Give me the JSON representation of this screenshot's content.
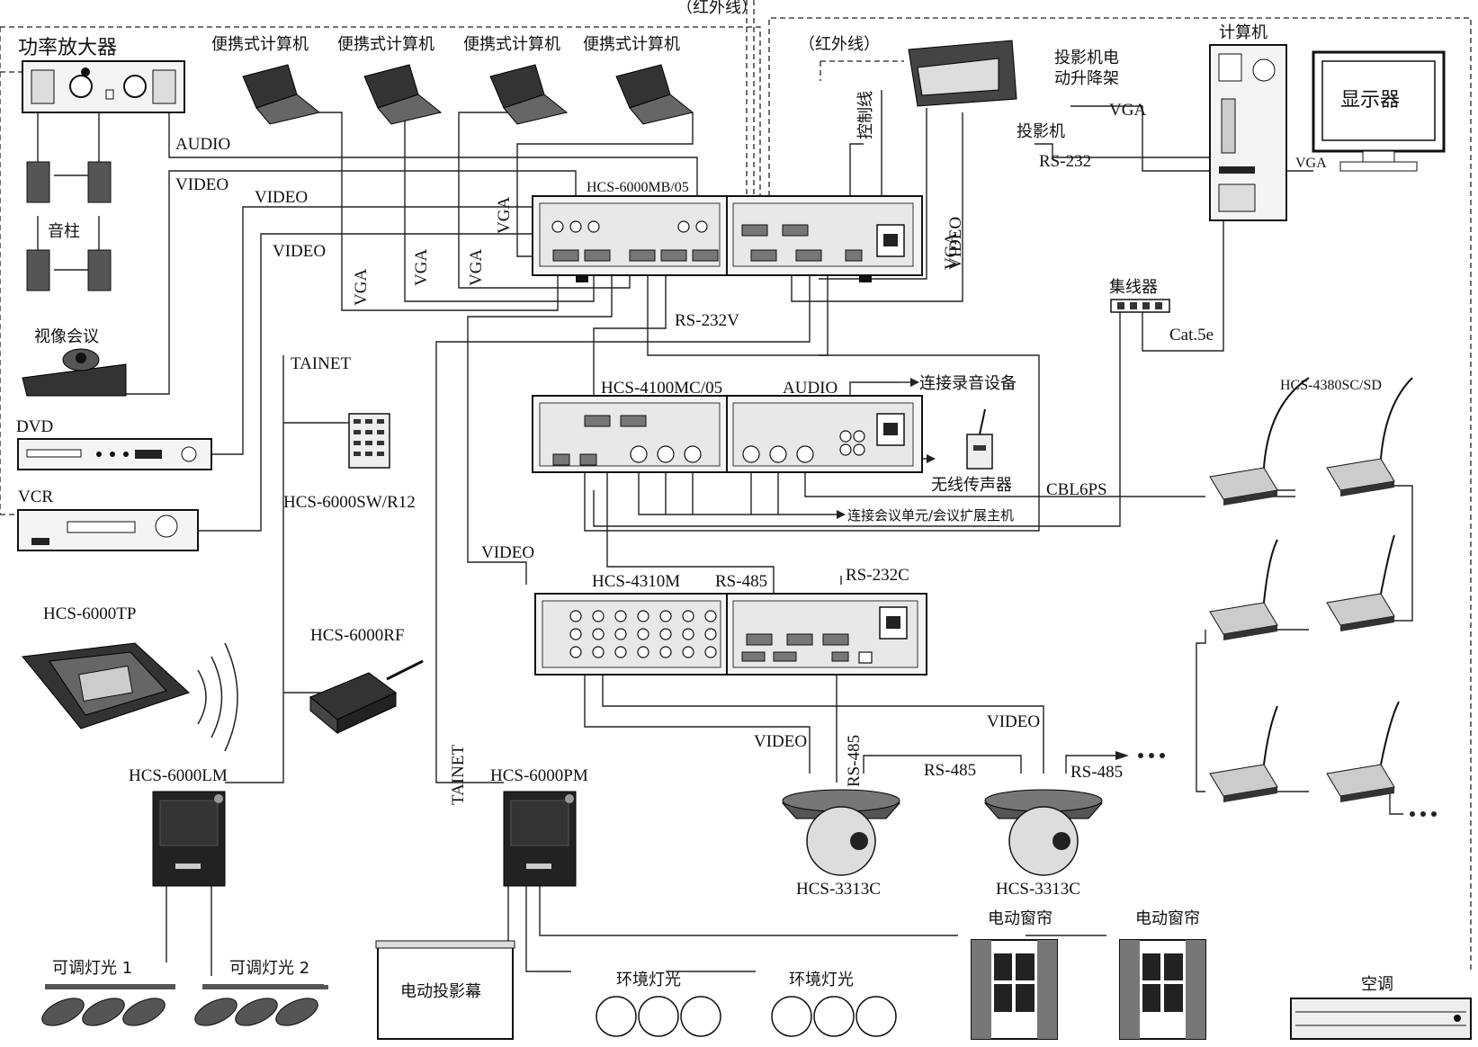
{
  "labels": {
    "infrared_top": "（红外线）",
    "infrared_right": "（红外线）",
    "power_amp": "功率放大器",
    "speaker_column": "音柱",
    "video_conf": "视像会议",
    "dvd": "DVD",
    "vcr": "VCR",
    "laptop1": "便携式计算机",
    "laptop2": "便携式计算机",
    "laptop3": "便携式计算机",
    "laptop4": "便携式计算机",
    "audio": "AUDIO",
    "video1": "VIDEO",
    "video2": "VIDEO",
    "video3": "VIDEO",
    "vga1": "VGA",
    "vga2": "VGA",
    "vga3": "VGA",
    "vga4": "VGA",
    "vga_proj": "VGA",
    "vga_right": "VGA",
    "vga_pc": "VGA",
    "video_right": "VIDEO",
    "mb": "HCS-6000MB/05",
    "projector_lift": "投影机电\n动升降架",
    "projector": "投影机",
    "control_line": "控制线",
    "rs232_pc": "RS-232",
    "computer": "计算机",
    "monitor": "显示器",
    "hub": "集线器",
    "cat5e": "Cat.5e",
    "rs232v": "RS-232V",
    "tainet1": "TAINET",
    "hcs4100": "HCS-4100MC/05",
    "audio2": "AUDIO",
    "record": "连接录音设备",
    "wireless": "无线传声器",
    "cbl6ps": "CBL6PS",
    "conf_unit": "连接会议单元/会议扩展主机",
    "hcs4380": "HCS-4380SC/SD",
    "sw_r12": "HCS-6000SW/R12",
    "video4": "VIDEO",
    "hcs4310": "HCS-4310M",
    "rs485a": "RS-485",
    "rs232c": "RS-232C",
    "tp": "HCS-6000TP",
    "rf": "HCS-6000RF",
    "lm": "HCS-6000LM",
    "pm": "HCS-6000PM",
    "tainet2": "TAINET",
    "video5": "VIDEO",
    "video6": "VIDEO",
    "rs485b": "RS-485",
    "rs485c": "RS-485",
    "rs485d": "RS-485",
    "cam1": "HCS-3313C",
    "cam2": "HCS-3313C",
    "curtain1": "电动窗帘",
    "curtain2": "电动窗帘",
    "light1": "可调灯光 1",
    "light2": "可调灯光 2",
    "screen": "电动投影幕",
    "env1": "环境灯光",
    "env2": "环境灯光",
    "ac": "空调"
  }
}
